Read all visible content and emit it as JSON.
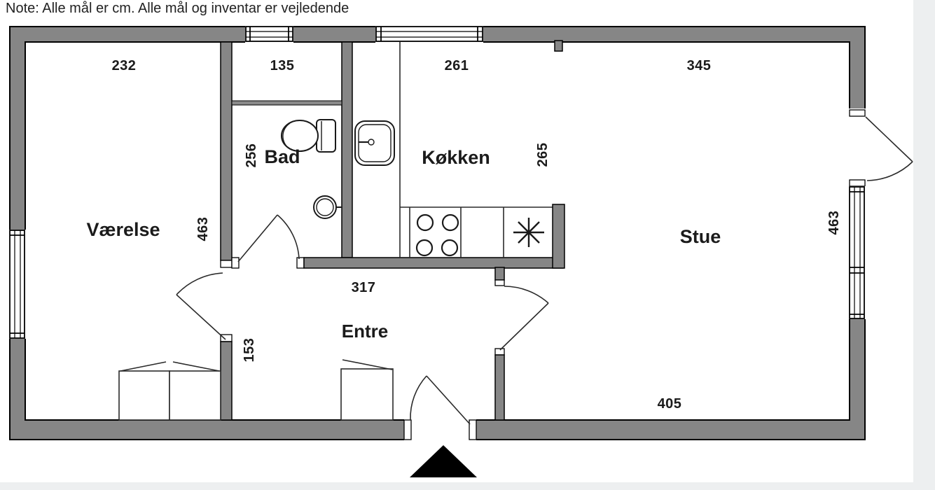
{
  "note": "Note: Alle mål er cm. Alle mål og inventar er vejledende",
  "unit": "cm",
  "rooms": {
    "vaerelse": {
      "label": "Værelse",
      "width": "232",
      "height": "463"
    },
    "bad": {
      "label": "Bad",
      "width": "135",
      "height": "256"
    },
    "koekken": {
      "label": "Køkken",
      "width": "261",
      "height": "265"
    },
    "stue": {
      "label": "Stue",
      "width": "345",
      "height": "463"
    },
    "entre": {
      "label": "Entre",
      "width": "317",
      "wall_segment": "153",
      "south_wall": "405"
    }
  },
  "colors": {
    "wall": "#868686",
    "line": "#1a1a1a",
    "background": "#ffffff",
    "page_margin": "#edeff0"
  }
}
